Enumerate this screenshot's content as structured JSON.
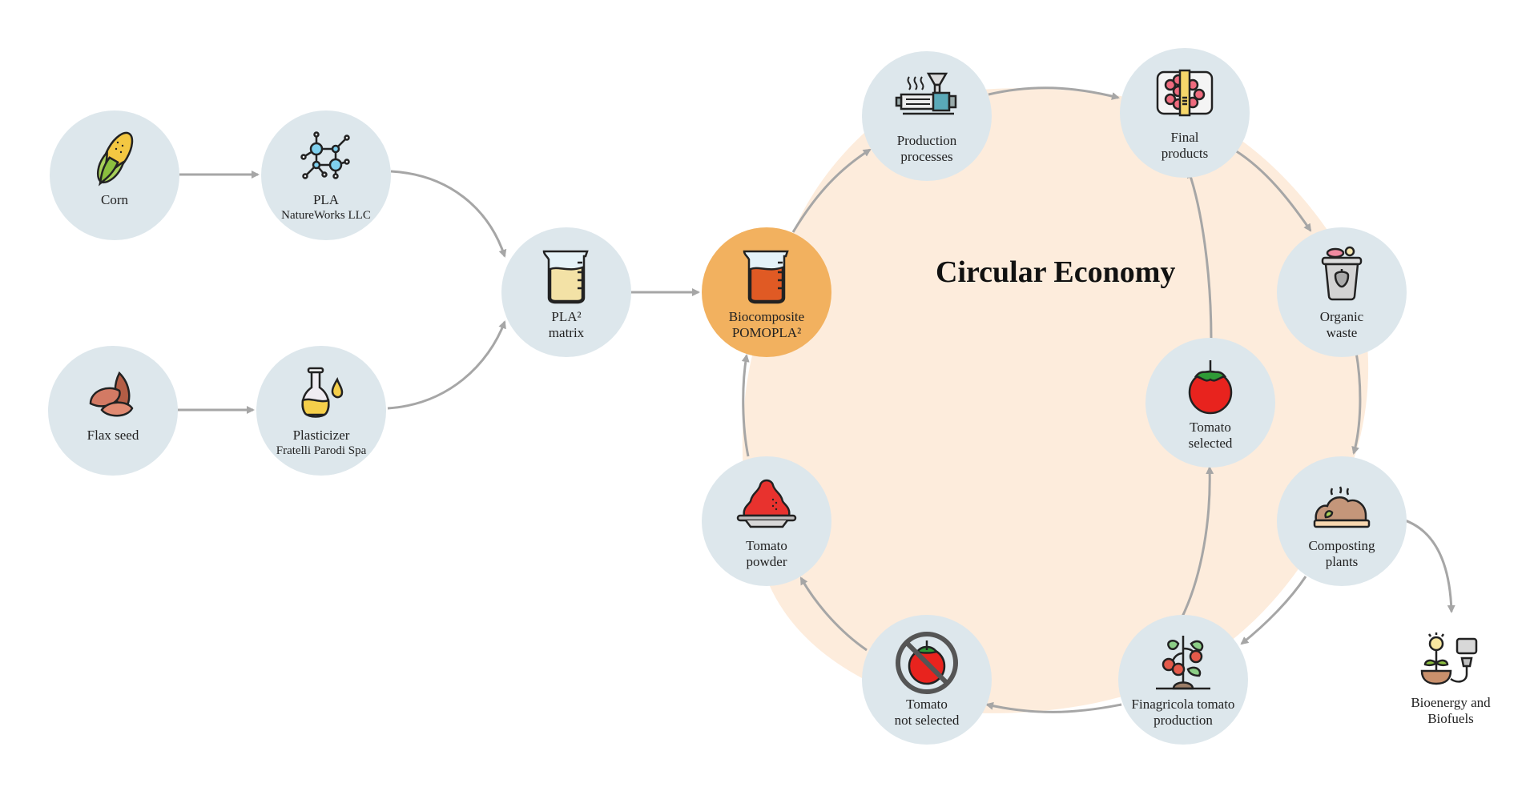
{
  "diagram": {
    "title": "Circular Economy",
    "colors": {
      "node_fill": "#dde7ec",
      "accent_node_fill": "#f2b15f",
      "cycle_area": "#fdecdc",
      "arrow": "#a6a6a6"
    },
    "nodes": {
      "corn": {
        "label": "Corn",
        "icon": "corn-icon"
      },
      "pla": {
        "label": "PLA",
        "sublabel": "NatureWorks LLC",
        "icon": "molecule-icon"
      },
      "flax": {
        "label": "Flax seed",
        "icon": "seed-icon"
      },
      "plasticizer": {
        "label": "Plasticizer",
        "sublabel": "Fratelli Parodi Spa",
        "icon": "flask-oil-icon"
      },
      "pla_matrix": {
        "label": "PLA²",
        "sublabel": "matrix",
        "icon": "beaker-icon"
      },
      "biocomposite": {
        "label": "Biocomposite",
        "sublabel": "POMOPLA²",
        "icon": "beaker-red-icon"
      },
      "production": {
        "label": "Production",
        "sublabel": "processes",
        "icon": "extruder-icon"
      },
      "final_products": {
        "label": "Final",
        "sublabel": "products",
        "icon": "package-tray-icon"
      },
      "organic_waste": {
        "label": "Organic",
        "sublabel": "waste",
        "icon": "waste-bin-icon"
      },
      "composting": {
        "label": "Composting",
        "sublabel": "plants",
        "icon": "compost-icon"
      },
      "bioenergy": {
        "label": "Bioenergy and",
        "sublabel": "Biofuels",
        "icon": "bioenergy-icon"
      },
      "finagricola": {
        "label": "Finagricola tomato",
        "sublabel": "production",
        "icon": "tomato-plant-icon"
      },
      "tomato_not_selected": {
        "label": "Tomato",
        "sublabel": "not selected",
        "icon": "tomato-prohibited-icon"
      },
      "tomato_selected": {
        "label": "Tomato",
        "sublabel": "selected",
        "icon": "tomato-icon"
      },
      "tomato_powder": {
        "label": "Tomato",
        "sublabel": "powder",
        "icon": "powder-plate-icon"
      }
    },
    "edges": [
      {
        "from": "corn",
        "to": "pla"
      },
      {
        "from": "flax",
        "to": "plasticizer"
      },
      {
        "from": "pla",
        "to": "pla_matrix"
      },
      {
        "from": "plasticizer",
        "to": "pla_matrix"
      },
      {
        "from": "pla_matrix",
        "to": "biocomposite"
      },
      {
        "from": "biocomposite",
        "to": "production"
      },
      {
        "from": "production",
        "to": "final_products"
      },
      {
        "from": "final_products",
        "to": "organic_waste"
      },
      {
        "from": "organic_waste",
        "to": "composting"
      },
      {
        "from": "composting",
        "to": "bioenergy"
      },
      {
        "from": "composting",
        "to": "finagricola"
      },
      {
        "from": "finagricola",
        "to": "tomato_not_selected"
      },
      {
        "from": "finagricola",
        "to": "tomato_selected"
      },
      {
        "from": "tomato_selected",
        "to": "final_products"
      },
      {
        "from": "tomato_not_selected",
        "to": "tomato_powder"
      },
      {
        "from": "tomato_powder",
        "to": "biocomposite"
      }
    ]
  }
}
